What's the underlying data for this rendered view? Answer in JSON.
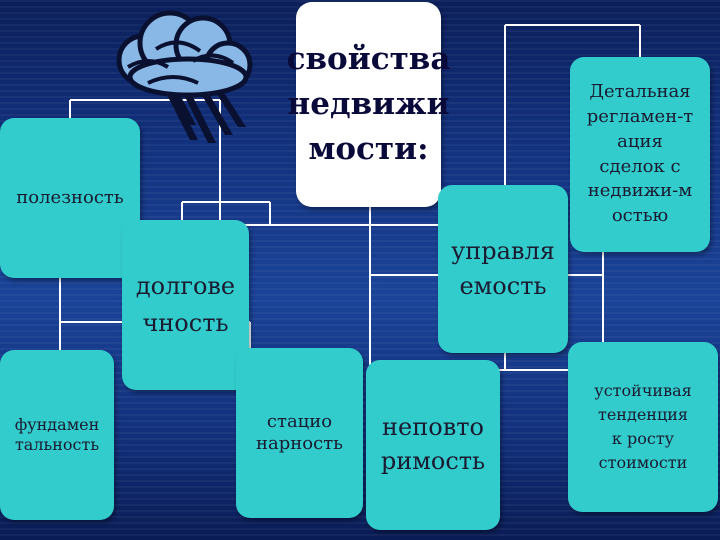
{
  "central": "свойства\nнедвижи\nмости:",
  "boxes": {
    "poleznost": "полезность",
    "dolgovechnost": "долгове\nчность",
    "upravlyaemost": "управля\nемость",
    "reglamentaciya": "Детальная\nрегламен-т\nация\nсделок с\nнедвижи-м\nостью",
    "fundamentalnost": "фундамен\nтальность",
    "stacionarnost": "стацио\nнарность",
    "nepovtorimost": "неповто\nримость",
    "tendenciya": "устойчивая\nтенденция\nк росту\nстоимости"
  },
  "colors": {
    "box": "#33cccc",
    "central": "#ffffff",
    "lines": "#ffffff",
    "background": "#12307c"
  },
  "icons": {
    "decoration": "rain-cloud-icon"
  }
}
